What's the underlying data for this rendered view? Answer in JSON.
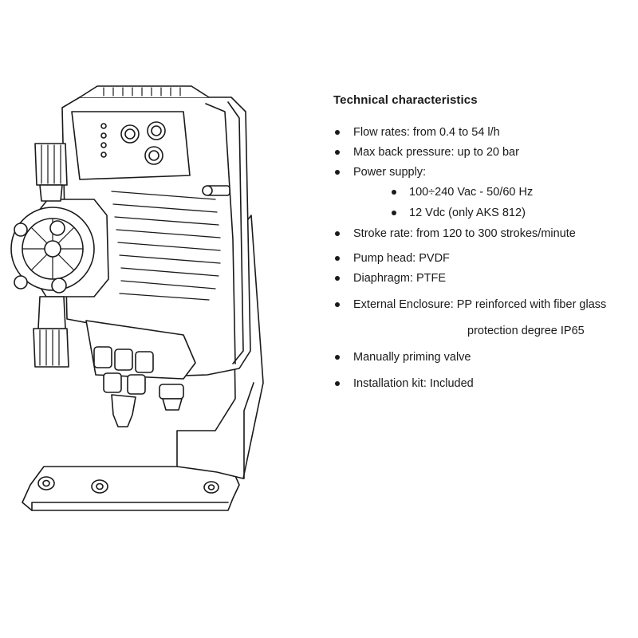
{
  "title": "Technical characteristics",
  "items": [
    {
      "text": "Flow rates:  from 0.4 to 54 l/h"
    },
    {
      "text": "Max back pressure: up to 20 bar"
    },
    {
      "text": "Power supply:"
    },
    {
      "text": "100÷240 Vac - 50/60 Hz"
    },
    {
      "text": "12 Vdc (only AKS 812)"
    },
    {
      "text": "Stroke rate: from 120 to 300 strokes/minute"
    },
    {
      "text": "Pump head:  PVDF"
    },
    {
      "text": "Diaphragm:   PTFE"
    },
    {
      "text": "External Enclosure: PP reinforced with fiber glass",
      "continuation": "protection degree IP65"
    },
    {
      "text": "Manually priming valve"
    },
    {
      "text": "Installation kit: Included"
    }
  ]
}
